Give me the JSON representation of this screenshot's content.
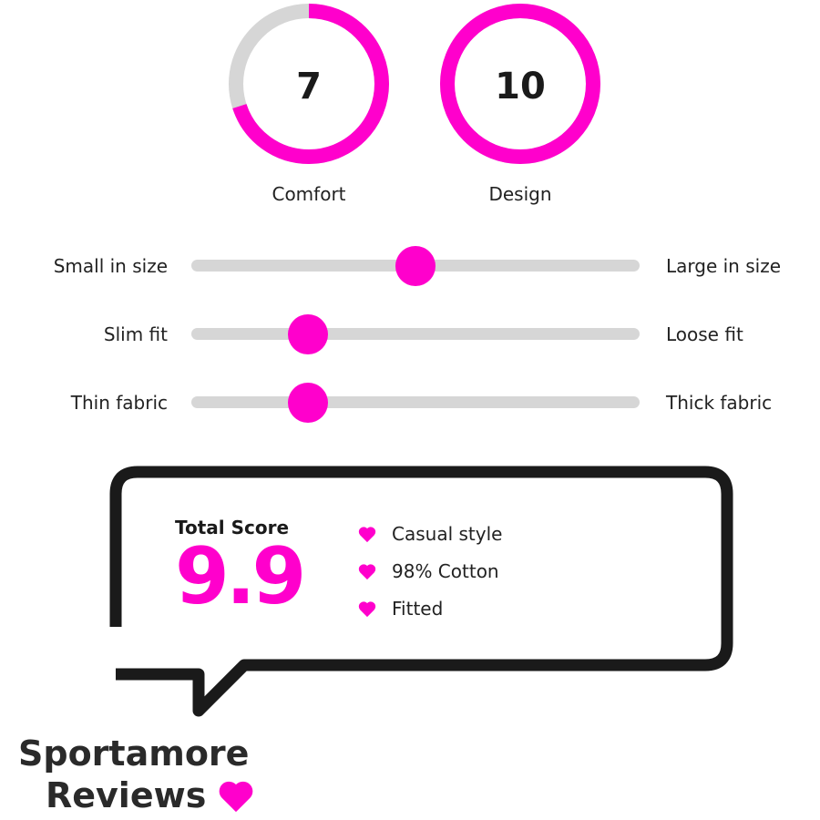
{
  "accent_color": "#ff00cc",
  "track_color": "#d6d6d6",
  "gauges": [
    {
      "label": "Comfort",
      "value": "7",
      "fill_fraction": 0.7
    },
    {
      "label": "Design",
      "value": "10",
      "fill_fraction": 1.0
    }
  ],
  "sliders": [
    {
      "left_label": "Small in size",
      "right_label": "Large in size",
      "position": 0.5
    },
    {
      "left_label": "Slim fit",
      "right_label": "Loose fit",
      "position": 0.26
    },
    {
      "left_label": "Thin fabric",
      "right_label": "Thick fabric",
      "position": 0.26
    }
  ],
  "score": {
    "title": "Total Score",
    "value": "9.9",
    "features": [
      "Casual style",
      "98% Cotton",
      "Fitted"
    ],
    "feature_icon": "heart-icon"
  },
  "brand": {
    "line1": "Sportamore",
    "line2": "Reviews",
    "icon": "heart-icon"
  }
}
